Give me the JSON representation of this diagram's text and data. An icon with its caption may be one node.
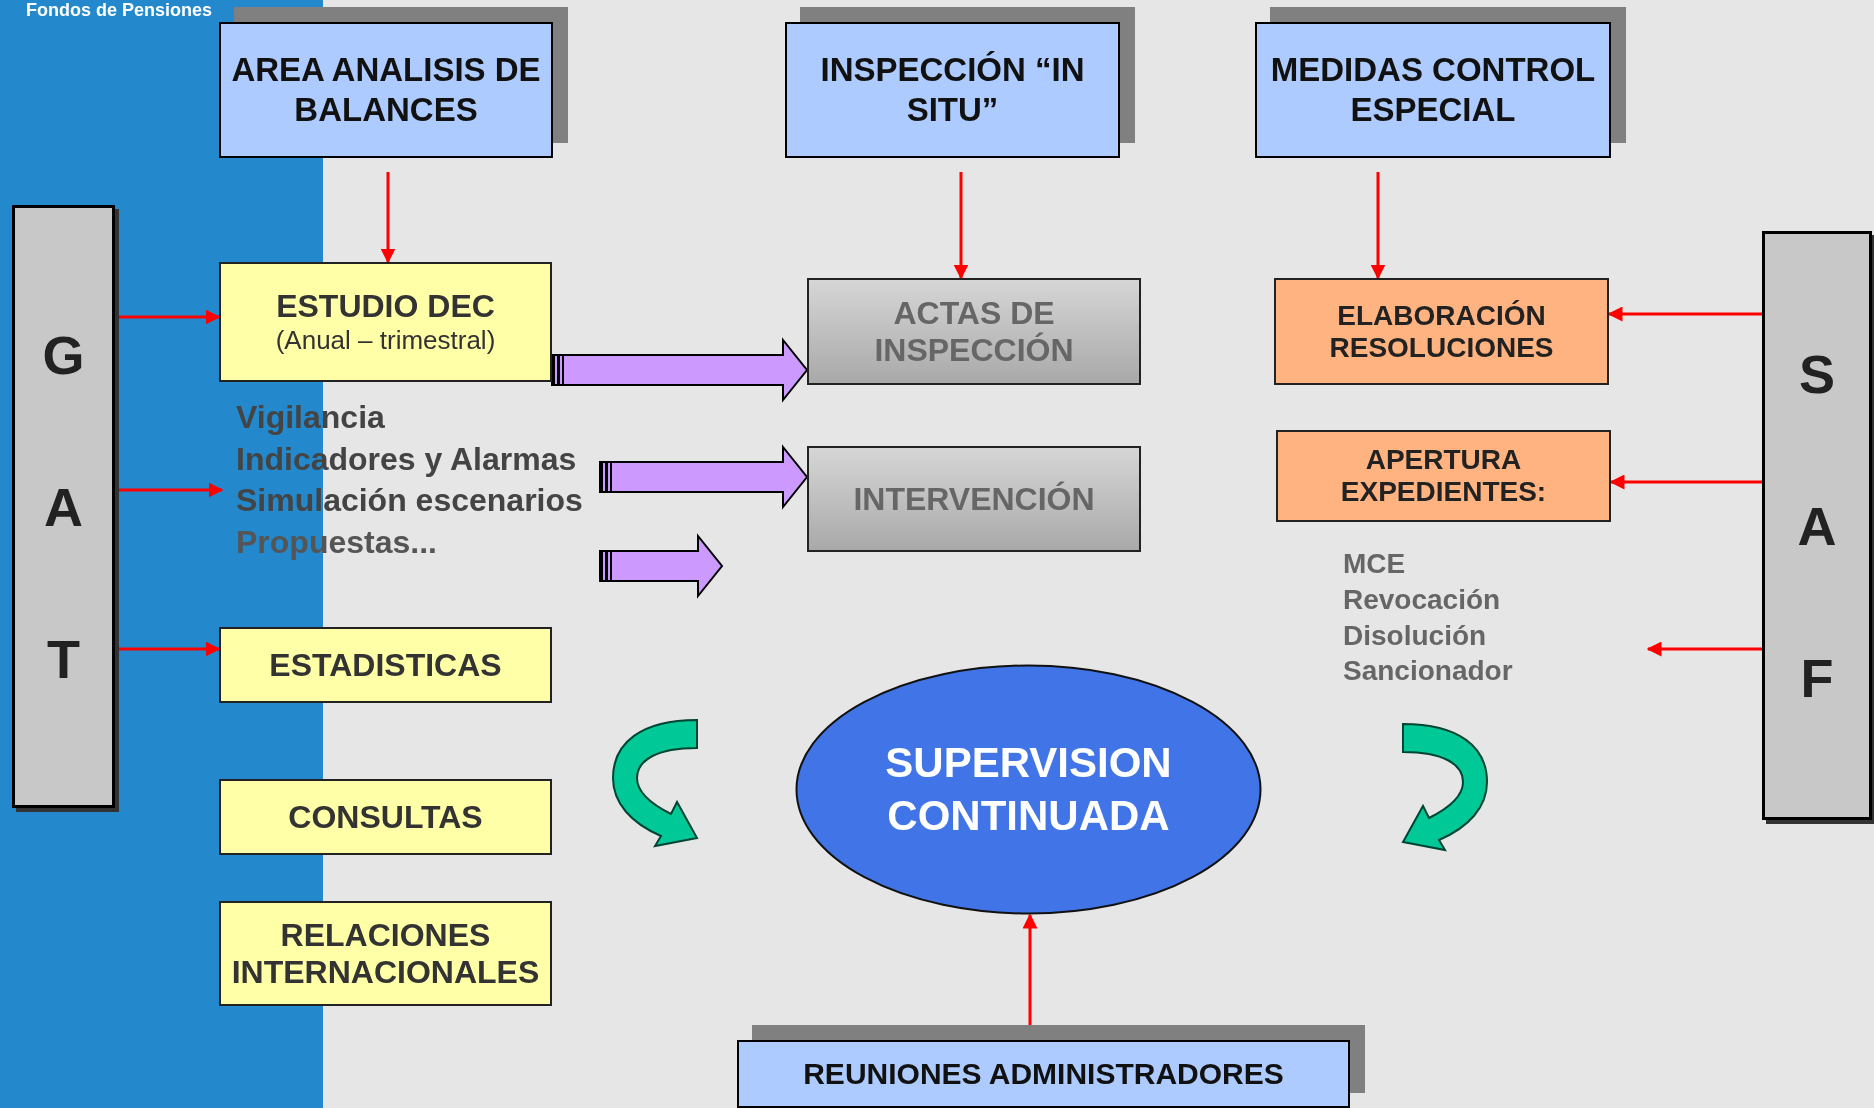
{
  "diagram": {
    "title": "Fondos de Pensiones",
    "nodes": [
      {
        "text": [
          "GAT"
        ]
      },
      {
        "text": [
          "AREA ANALISIS DE BALANCES"
        ]
      },
      {
        "text": [
          "INSPECCIÓN “IN SITU”"
        ]
      },
      {
        "text": [
          "MEDIDAS CONTROL ESPECIAL"
        ]
      },
      {
        "text": [
          "ESTUDIO DEC",
          "(Anual – trimestral)"
        ]
      },
      {
        "text": [
          "Vigilancia",
          "Indicadores y Alarmas",
          "Simulación escenarios",
          "Propuestas..."
        ]
      },
      {
        "text": [
          "ESTADISTICAS"
        ]
      },
      {
        "text": [
          "CONSULTAS"
        ]
      },
      {
        "text": [
          "RELACIONES INTERNACIONALES"
        ]
      },
      {
        "text": [
          "ACTAS DE INSPECCIÓN"
        ]
      },
      {
        "text": [
          "INTERVENCIÓN"
        ]
      },
      {
        "text": [
          "ELABORACIÓN RESOLUCIONES"
        ]
      },
      {
        "text": [
          "APERTURA EXPEDIENTES:"
        ]
      },
      {
        "text": [
          "MCE",
          "Revocación",
          "Disolución",
          "Sancionador"
        ]
      },
      {
        "text": [
          "SAF"
        ]
      },
      {
        "text": [
          "SUPERVISION CONTINUADA"
        ]
      },
      {
        "text": [
          "REUNIONES ADMINISTRADORES"
        ]
      }
    ],
    "edges": [
      {
        "from": 1,
        "to": 4,
        "arrow": "to"
      },
      {
        "from": 2,
        "to": 9,
        "arrow": "to"
      },
      {
        "from": 3,
        "to": 11,
        "arrow": "to"
      },
      {
        "from": 0,
        "to": 4,
        "arrow": "to"
      },
      {
        "from": 0,
        "to": 5,
        "arrow": "to"
      },
      {
        "from": 0,
        "to": 6,
        "arrow": "to"
      },
      {
        "from": 14,
        "to": 11,
        "arrow": "to"
      },
      {
        "from": 14,
        "to": 12,
        "arrow": "to"
      },
      {
        "from": 14,
        "to": 13,
        "arrow": "to"
      },
      {
        "from": 16,
        "to": 15,
        "arrow": "to"
      },
      {
        "from": 4,
        "to": 9,
        "arrow": "to",
        "style": "thick",
        "color": "#cc99ff"
      },
      {
        "from": 5,
        "to": 10,
        "arrow": "to",
        "style": "thick",
        "color": "#cc99ff"
      },
      {
        "from": 5,
        "to": null,
        "arrow": "to",
        "style": "thick",
        "color": "#cc99ff"
      }
    ]
  }
}
